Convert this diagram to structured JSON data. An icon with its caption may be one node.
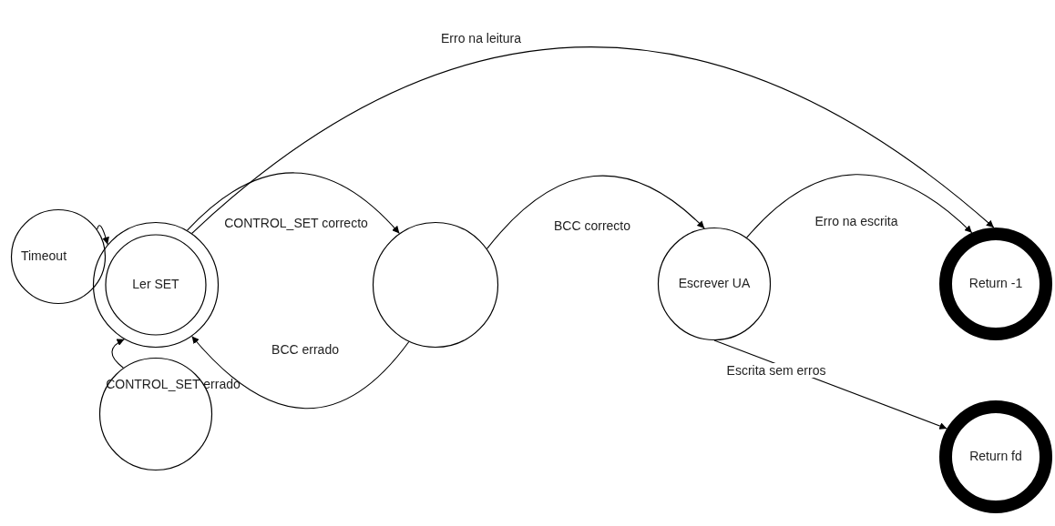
{
  "diagram": {
    "nodes": [
      {
        "text": [
          "Timeout"
        ]
      },
      {
        "text": [
          "Ler SET"
        ]
      },
      {
        "text": [],
        "shape": "circle"
      },
      {
        "text": [
          "Escrever UA"
        ]
      },
      {
        "text": [
          "Return -1"
        ]
      },
      {
        "text": [
          "Return fd"
        ]
      },
      {
        "text": [
          "CONTROL_SET errado"
        ]
      }
    ],
    "edges": [
      {
        "from": 0,
        "to": 1,
        "arrow": "to"
      },
      {
        "from": 1,
        "to": 2,
        "arrow": "to",
        "label": "CONTROL_SET correcto"
      },
      {
        "from": 2,
        "to": 1,
        "arrow": "to",
        "label": "BCC errado"
      },
      {
        "from": 2,
        "to": 3,
        "arrow": "to",
        "label": "BCC correcto"
      },
      {
        "from": 3,
        "to": 4,
        "arrow": "to",
        "label": "Erro na escrita"
      },
      {
        "from": 1,
        "to": 4,
        "arrow": "to",
        "label": "Erro na leitura"
      },
      {
        "from": 3,
        "to": 5,
        "arrow": "to",
        "label": "Escrita sem erros"
      },
      {
        "from": 6,
        "to": 1,
        "arrow": "to"
      }
    ]
  }
}
